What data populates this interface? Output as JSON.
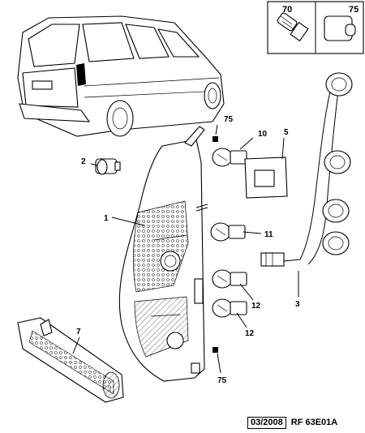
{
  "inset": {
    "left_label": "70",
    "right_label": "75"
  },
  "callouts": {
    "c1": "1",
    "c2": "2",
    "c3": "3",
    "c5": "5",
    "c7": "7",
    "c10": "10",
    "c11": "11",
    "c12a": "12",
    "c12b": "12",
    "c75a": "75",
    "c75b": "75"
  },
  "footer": {
    "date": "03/2008",
    "reference": "RF 63E01A"
  }
}
